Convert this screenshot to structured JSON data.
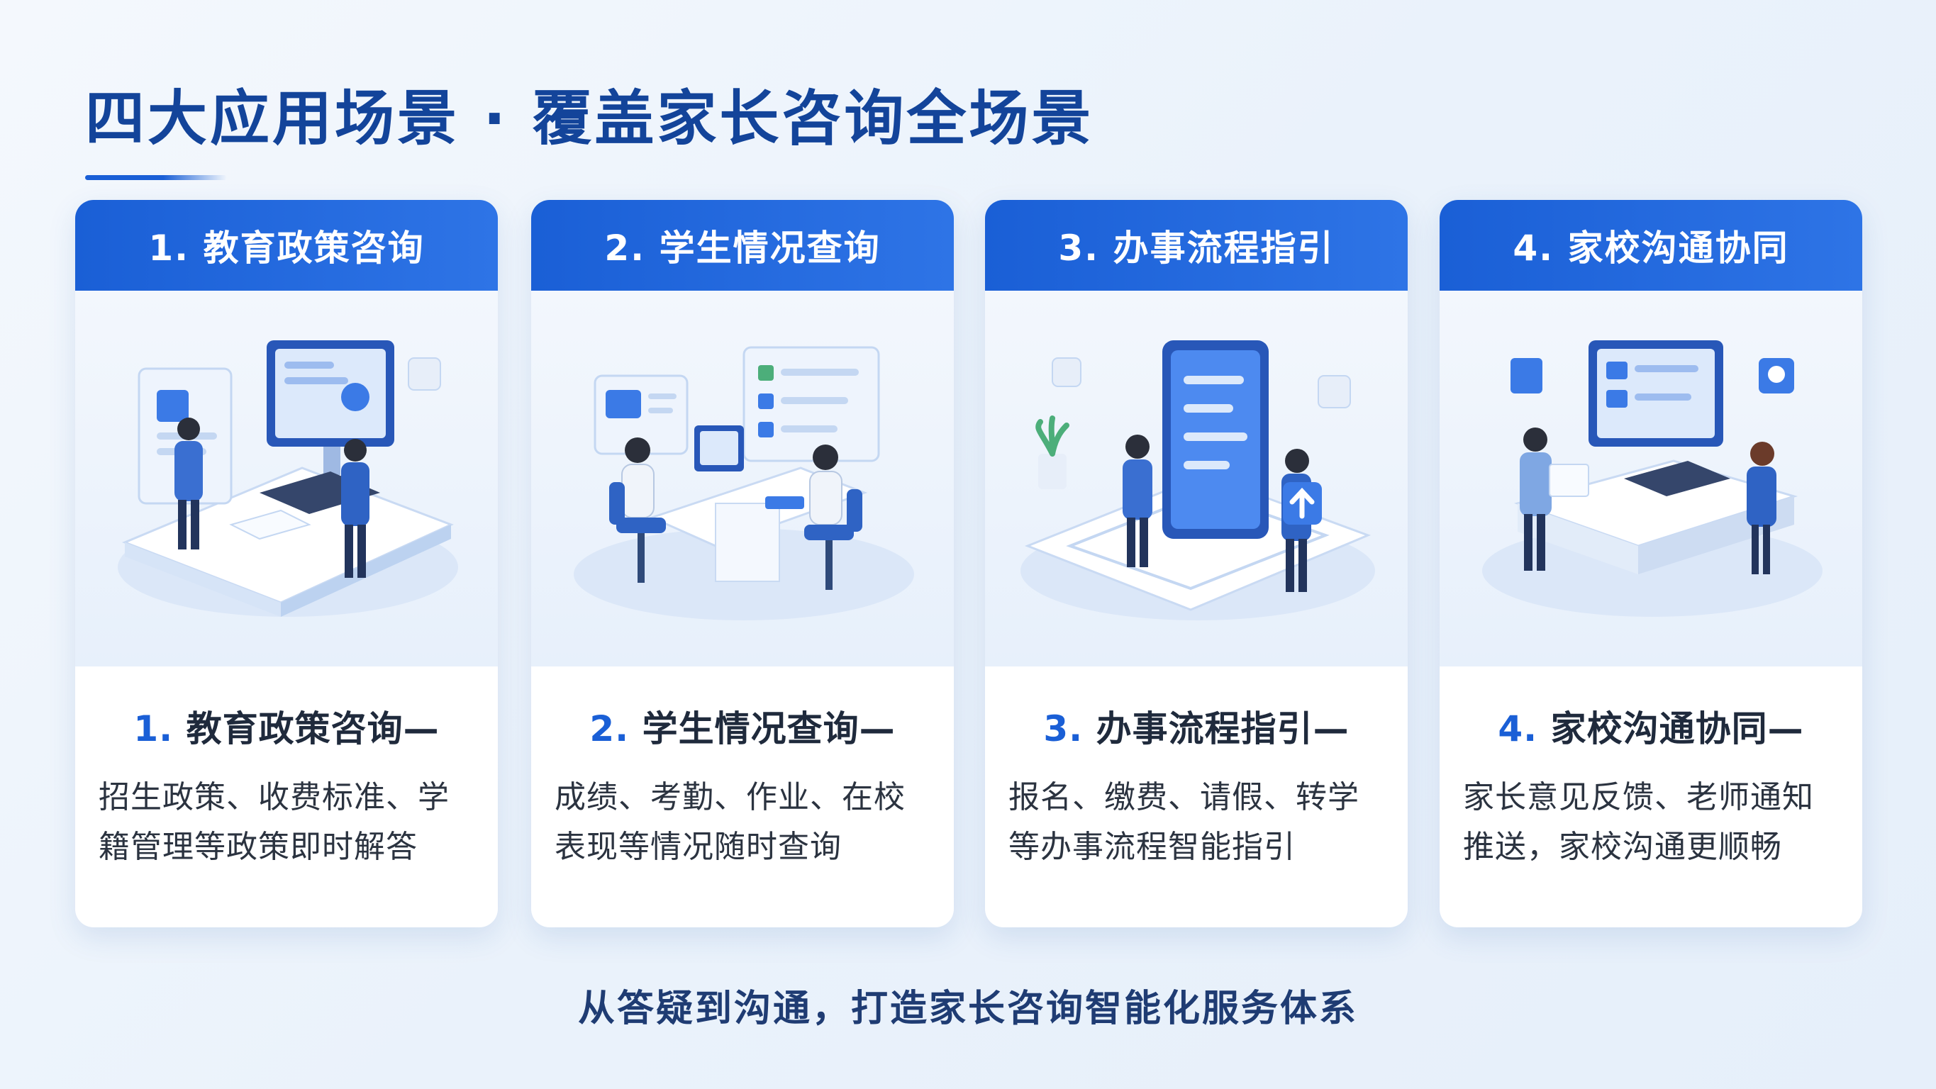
{
  "page": {
    "title": "四大应用场景 · 覆盖家长咨询全场景",
    "footer": "从答疑到沟通，打造家长咨询智能化服务体系"
  },
  "colors": {
    "brand_blue": "#1a5fd6",
    "title_navy": "#13449a",
    "background": "#eef4fb",
    "card_bg": "#ffffff"
  },
  "cards": [
    {
      "header": "1. 教育政策咨询",
      "num": "1.",
      "name": "教育政策咨询—",
      "desc": "招生政策、收费标准、学籍管理等政策即时解答",
      "icon": "policy-consultation-illustration"
    },
    {
      "header": "2. 学生情况查询",
      "num": "2.",
      "name": "学生情况查询—",
      "desc": "成绩、考勤、作业、在校表现等情况随时查询",
      "icon": "student-status-query-illustration"
    },
    {
      "header": "3. 办事流程指引",
      "num": "3.",
      "name": "办事流程指引—",
      "desc": "报名、缴费、请假、转学等办事流程智能指引",
      "icon": "process-guidance-illustration"
    },
    {
      "header": "4. 家校沟通协同",
      "num": "4.",
      "name": "家校沟通协同—",
      "desc": "家长意见反馈、老师通知推送，家校沟通更顺畅",
      "icon": "home-school-communication-illustration"
    }
  ]
}
